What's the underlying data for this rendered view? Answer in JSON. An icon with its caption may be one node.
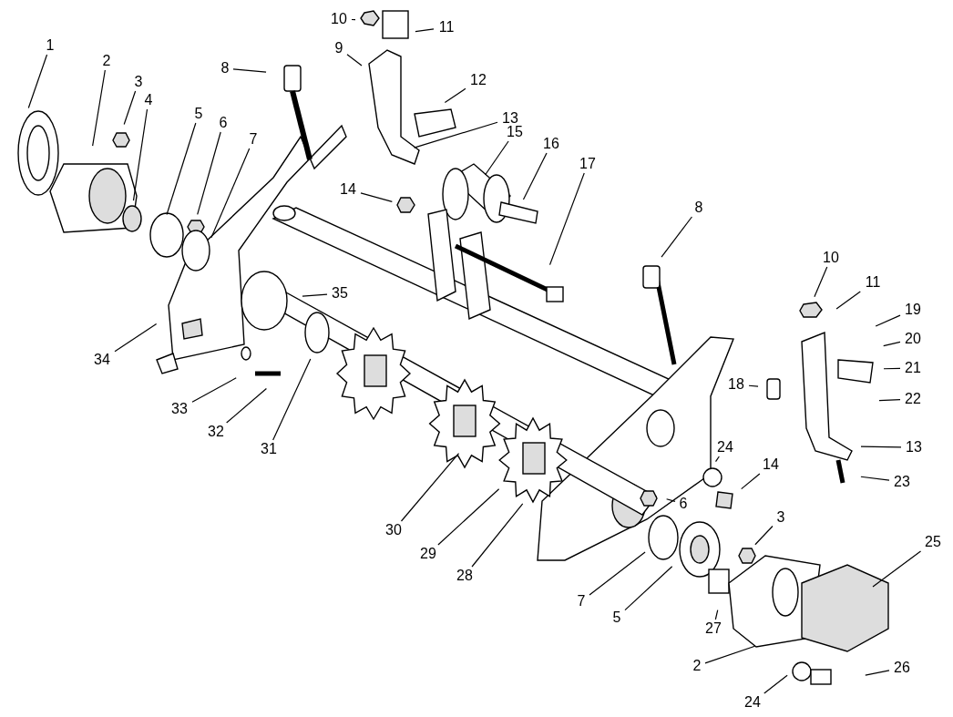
{
  "diagram": {
    "nodes": [
      {
        "text": [
          "10"
        ]
      },
      {
        "text": [
          "11"
        ]
      },
      {
        "text": [
          "9"
        ]
      },
      {
        "text": [
          "1"
        ]
      },
      {
        "text": [
          "2"
        ]
      },
      {
        "text": [
          "8"
        ]
      },
      {
        "text": [
          "12"
        ]
      },
      {
        "text": [
          "3"
        ]
      },
      {
        "text": [
          "4"
        ]
      },
      {
        "text": [
          "5"
        ]
      },
      {
        "text": [
          "13"
        ]
      },
      {
        "text": [
          "6"
        ]
      },
      {
        "text": [
          "15"
        ]
      },
      {
        "text": [
          "7"
        ]
      },
      {
        "text": [
          "16"
        ]
      },
      {
        "text": [
          "17"
        ]
      },
      {
        "text": [
          "14"
        ]
      },
      {
        "text": [
          "8"
        ]
      },
      {
        "text": [
          "10"
        ]
      },
      {
        "text": [
          "11"
        ]
      },
      {
        "text": [
          "35"
        ]
      },
      {
        "text": [
          "19"
        ]
      },
      {
        "text": [
          "20"
        ]
      },
      {
        "text": [
          "34"
        ]
      },
      {
        "text": [
          "21"
        ]
      },
      {
        "text": [
          "18"
        ]
      },
      {
        "text": [
          "22"
        ]
      },
      {
        "text": [
          "33"
        ]
      },
      {
        "text": [
          "32"
        ]
      },
      {
        "text": [
          "31"
        ]
      },
      {
        "text": [
          "13"
        ]
      },
      {
        "text": [
          "24"
        ]
      },
      {
        "text": [
          "14"
        ]
      },
      {
        "text": [
          "23"
        ]
      },
      {
        "text": [
          "6"
        ]
      },
      {
        "text": [
          "3"
        ]
      },
      {
        "text": [
          "30"
        ]
      },
      {
        "text": [
          "25"
        ]
      },
      {
        "text": [
          "29"
        ]
      },
      {
        "text": [
          "28"
        ]
      },
      {
        "text": [
          "7"
        ]
      },
      {
        "text": [
          "5"
        ]
      },
      {
        "text": [
          "27"
        ]
      },
      {
        "text": [
          "2"
        ]
      },
      {
        "text": [
          "26"
        ]
      },
      {
        "text": [
          "24"
        ]
      }
    ],
    "edges": [
      {
        "from": 0,
        "to": null,
        "arrow": "none"
      },
      {
        "from": 1,
        "to": null,
        "arrow": "none"
      },
      {
        "from": 2,
        "to": null,
        "arrow": "none"
      },
      {
        "from": 3,
        "to": null,
        "arrow": "none"
      },
      {
        "from": 4,
        "to": null,
        "arrow": "none"
      },
      {
        "from": 5,
        "to": null,
        "arrow": "none"
      },
      {
        "from": 6,
        "to": null,
        "arrow": "none"
      },
      {
        "from": 7,
        "to": null,
        "arrow": "none"
      },
      {
        "from": 8,
        "to": null,
        "arrow": "none"
      },
      {
        "from": 9,
        "to": null,
        "arrow": "none"
      },
      {
        "from": 10,
        "to": null,
        "arrow": "none"
      },
      {
        "from": 11,
        "to": null,
        "arrow": "none"
      },
      {
        "from": 12,
        "to": null,
        "arrow": "none"
      },
      {
        "from": 13,
        "to": null,
        "arrow": "none"
      },
      {
        "from": 14,
        "to": null,
        "arrow": "none"
      },
      {
        "from": 15,
        "to": null,
        "arrow": "none"
      },
      {
        "from": 16,
        "to": null,
        "arrow": "none"
      },
      {
        "from": 17,
        "to": null,
        "arrow": "none"
      },
      {
        "from": 18,
        "to": null,
        "arrow": "none"
      },
      {
        "from": 19,
        "to": null,
        "arrow": "none"
      },
      {
        "from": 20,
        "to": null,
        "arrow": "none"
      },
      {
        "from": 21,
        "to": null,
        "arrow": "none"
      },
      {
        "from": 22,
        "to": null,
        "arrow": "none"
      },
      {
        "from": 23,
        "to": null,
        "arrow": "none"
      },
      {
        "from": 24,
        "to": null,
        "arrow": "none"
      },
      {
        "from": 25,
        "to": null,
        "arrow": "none"
      },
      {
        "from": 26,
        "to": null,
        "arrow": "none"
      },
      {
        "from": 27,
        "to": null,
        "arrow": "none"
      },
      {
        "from": 28,
        "to": null,
        "arrow": "none"
      },
      {
        "from": 29,
        "to": null,
        "arrow": "none"
      },
      {
        "from": 30,
        "to": null,
        "arrow": "none"
      },
      {
        "from": 31,
        "to": null,
        "arrow": "none"
      },
      {
        "from": 32,
        "to": null,
        "arrow": "none"
      },
      {
        "from": 33,
        "to": null,
        "arrow": "none"
      },
      {
        "from": 34,
        "to": null,
        "arrow": "none"
      },
      {
        "from": 35,
        "to": null,
        "arrow": "none"
      },
      {
        "from": 36,
        "to": null,
        "arrow": "none"
      },
      {
        "from": 37,
        "to": null,
        "arrow": "none"
      },
      {
        "from": 38,
        "to": null,
        "arrow": "none"
      },
      {
        "from": 39,
        "to": null,
        "arrow": "none"
      },
      {
        "from": 40,
        "to": null,
        "arrow": "none"
      },
      {
        "from": 41,
        "to": null,
        "arrow": "none"
      },
      {
        "from": 42,
        "to": null,
        "arrow": "none"
      },
      {
        "from": 43,
        "to": null,
        "arrow": "none"
      },
      {
        "from": 44,
        "to": null,
        "arrow": "none"
      },
      {
        "from": 45,
        "to": null,
        "arrow": "none"
      }
    ]
  }
}
